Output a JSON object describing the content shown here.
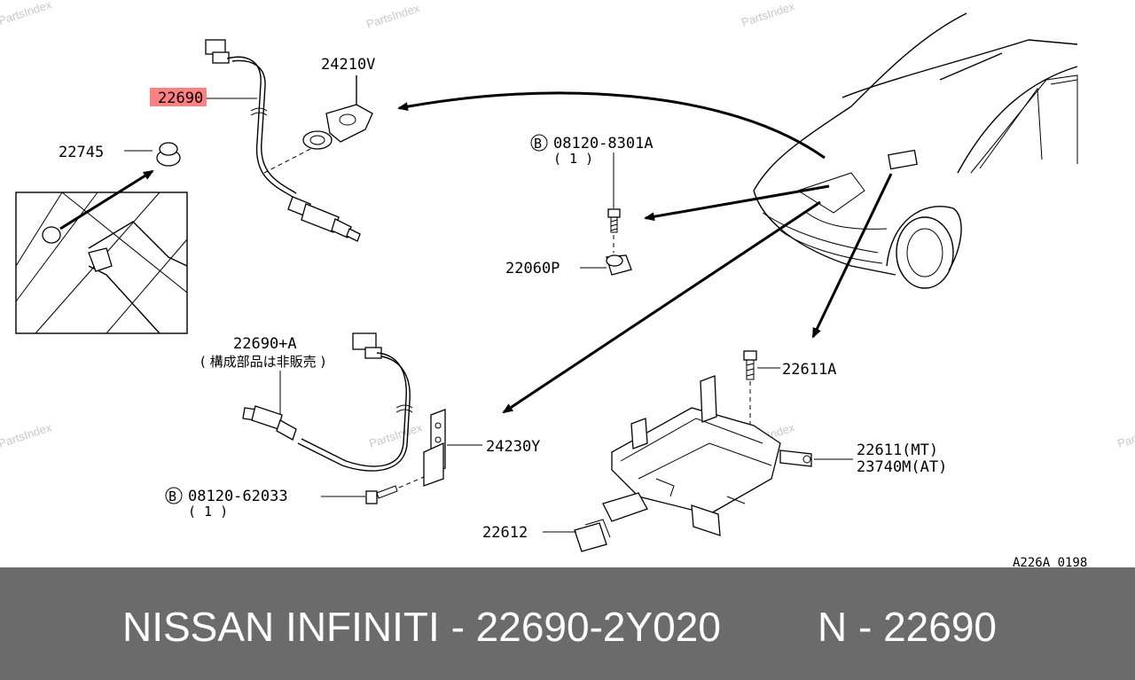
{
  "watermark": "PartsIndex",
  "labels": {
    "p22690": "22690",
    "p24210v": "24210V",
    "p22745": "22745",
    "bolt1_code": "08120-8301A",
    "bolt1_qty": "( 1 )",
    "bolt_marker": "B",
    "p22060p": "22060P",
    "p22690a": "22690+A",
    "p22690a_note": "( 構成部品は非販売 )",
    "p24230y": "24230Y",
    "bolt2_code": "08120-62033",
    "bolt2_qty": "( 1 )",
    "p22611a": "22611A",
    "p22611mt": "22611(MT)",
    "p23740mat": "23740M(AT)",
    "p22612": "22612",
    "ref": "A226A 0198"
  },
  "highlight_color": "#ff8080",
  "footer": {
    "title": "NISSAN INFINITI - 22690-2Y020",
    "code": "N - 22690",
    "bg_color": "#6b6b6b"
  }
}
